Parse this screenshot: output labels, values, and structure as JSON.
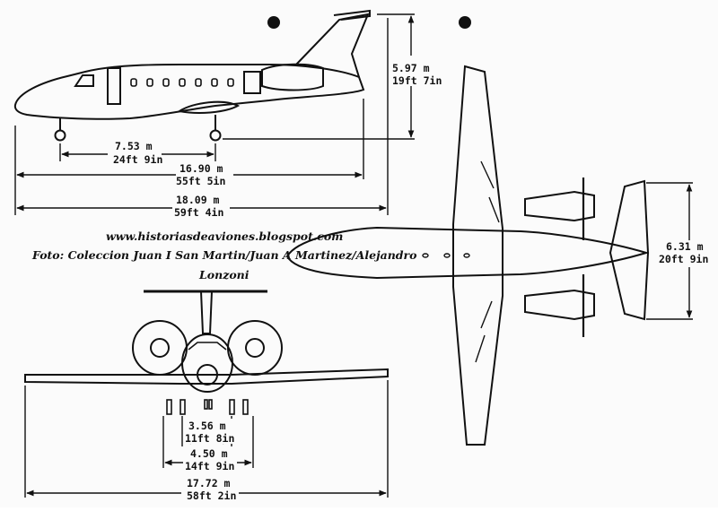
{
  "watermark": {
    "url": "www.historiasdeaviones.blogspot.com",
    "credit": "Foto: Coleccion Juan I San Martin/Juan A Martinez/Alejandro",
    "credit2": "Lonzoni"
  },
  "side_view": {
    "height": {
      "metric": "5.97 m",
      "imperial": "19ft 7in"
    },
    "wheelbase": {
      "metric": "7.53 m",
      "imperial": "24ft 9in"
    },
    "fuselage_length": {
      "metric": "16.90 m",
      "imperial": "55ft 5in"
    },
    "overall_length": {
      "metric": "18.09 m",
      "imperial": "59ft 4in"
    }
  },
  "top_view": {
    "tailplane_span": {
      "metric": "6.31 m",
      "imperial": "20ft 9in"
    }
  },
  "front_view": {
    "inner_track": {
      "metric": "3.56 m",
      "imperial": "11ft 8in"
    },
    "wheel_track": {
      "metric": "4.50 m",
      "imperial": "14ft 9in"
    },
    "wingspan": {
      "metric": "17.72 m",
      "imperial": "58ft 2in"
    }
  }
}
